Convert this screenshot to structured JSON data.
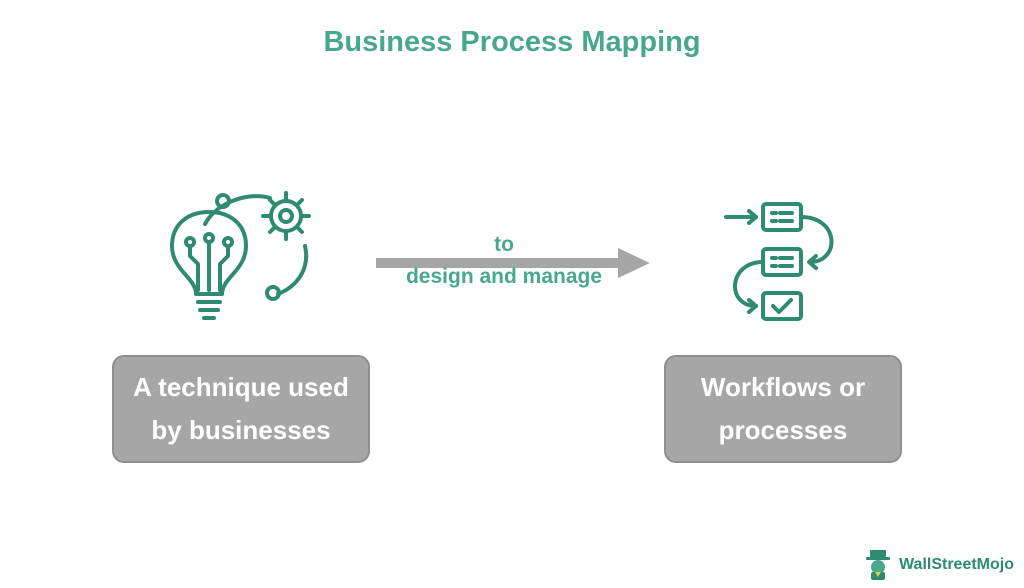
{
  "title": "Business Process Mapping",
  "arrow": {
    "label_top": "to",
    "label_bottom": "design and manage"
  },
  "left_box": {
    "line1": "A technique used",
    "line2": "by businesses"
  },
  "right_box": {
    "line1": "Workflows or",
    "line2": "processes"
  },
  "logo": {
    "text": "WallStreetMojo"
  },
  "icons": {
    "left": "lightbulb-gear-icon",
    "right": "workflow-checklist-icon",
    "logo": "wallstreetmojo-mascot-icon"
  },
  "colors": {
    "accent": "#48a88e",
    "icon": "#2f8a72",
    "box_fill": "#a6a6a6",
    "box_border": "#8f8f8f",
    "arrow": "#a6a6a6",
    "box_text": "#ffffff"
  }
}
